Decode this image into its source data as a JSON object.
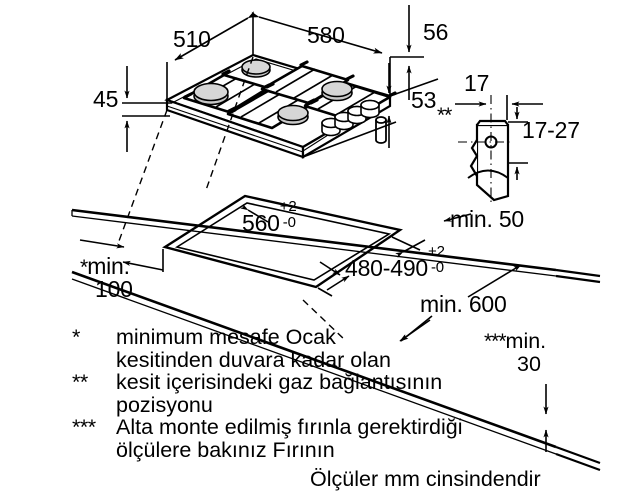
{
  "diagram": {
    "title": "Gas hob installation dimension drawing",
    "units_note": "Ölçüler mm cinsindendir",
    "line_color": "#000000",
    "burner_cap_color": "#c8c8c8",
    "background_color": "#ffffff"
  },
  "dimensions": {
    "hob_depth": "510",
    "hob_width": "580",
    "hob_lip_height": "45",
    "hob_front_height": "56",
    "hob_rear_height": "53",
    "cutout_width_value": "560",
    "cutout_width_tol_plus": "+2",
    "cutout_width_tol_minus": "-0",
    "cutout_depth_value": "480-490",
    "cutout_depth_tol_plus": "+2",
    "cutout_depth_tol_minus": "-0",
    "gas_inlet_offset": "17",
    "gas_inlet_height": "17-27",
    "gas_inlet_marker": "**",
    "min_wall_left_marker": "*",
    "min_wall_left_label": "min.",
    "min_wall_left_value": "100",
    "min_hood_label": "min. 50",
    "min_worktop_depth_label": "min. 600",
    "min_below_marker": "***",
    "min_below_label": "min.",
    "min_below_value": "30"
  },
  "legend": {
    "entries": [
      {
        "mark": "*",
        "lines": [
          "minimum mesafe Ocak",
          "kesitinden duvara kadar olan"
        ]
      },
      {
        "mark": "**",
        "lines": [
          "kesit içerisindeki gaz bağlantısının",
          "pozisyonu"
        ]
      },
      {
        "mark": "***",
        "lines": [
          "Alta monte edilmiş fırınla gerektirdiği",
          "ölçülere bakınız Fırının"
        ]
      }
    ],
    "footer": "Ölçüler mm cinsindendir"
  }
}
